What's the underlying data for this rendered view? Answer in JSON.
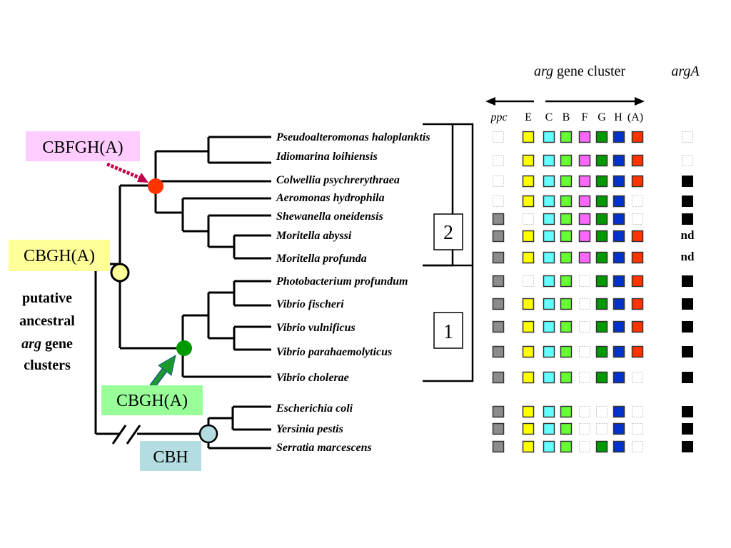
{
  "header": {
    "cluster_title_italic": "arg",
    "cluster_title_rest": " gene cluster",
    "arga_title": "argA"
  },
  "columns": [
    {
      "label": "ppc",
      "italic": true
    },
    {
      "label": "E",
      "italic": false
    },
    {
      "label": "C",
      "italic": false
    },
    {
      "label": "B",
      "italic": false
    },
    {
      "label": "F",
      "italic": false
    },
    {
      "label": "G",
      "italic": false
    },
    {
      "label": "H",
      "italic": false
    },
    {
      "label": "(A)",
      "italic": false
    }
  ],
  "gene_colors": {
    "ppc": "#8c8c8c",
    "E": "#ffff00",
    "C": "#66ffff",
    "B": "#66ff33",
    "F": "#ff66ff",
    "G": "#009900",
    "H": "#0033cc",
    "A": "#ff3300"
  },
  "species": [
    {
      "name": "Pseudoalteromonas haloplanktis",
      "genes": [
        0,
        1,
        1,
        1,
        1,
        1,
        1,
        1
      ],
      "argA": "absent"
    },
    {
      "name": "Idiomarina loihiensis",
      "genes": [
        0,
        1,
        1,
        1,
        1,
        1,
        1,
        1
      ],
      "argA": "absent"
    },
    {
      "name": "Colwellia psychrerythraea",
      "genes": [
        0,
        1,
        1,
        1,
        1,
        1,
        1,
        1
      ],
      "argA": "present"
    },
    {
      "name": "Aeromonas hydrophila",
      "genes": [
        0,
        1,
        1,
        1,
        1,
        1,
        1,
        0
      ],
      "argA": "present"
    },
    {
      "name": "Shewanella oneidensis",
      "genes": [
        1,
        0,
        1,
        1,
        1,
        1,
        1,
        0
      ],
      "argA": "present"
    },
    {
      "name": "Moritella abyssi",
      "genes": [
        1,
        1,
        1,
        1,
        1,
        1,
        1,
        1
      ],
      "argA": "nd"
    },
    {
      "name": "Moritella profunda",
      "genes": [
        1,
        1,
        1,
        1,
        1,
        1,
        1,
        1
      ],
      "argA": "nd"
    },
    {
      "name": "Photobacterium profundum",
      "genes": [
        1,
        0,
        1,
        1,
        0,
        1,
        1,
        1
      ],
      "argA": "present"
    },
    {
      "name": "Vibrio fischeri",
      "genes": [
        1,
        1,
        1,
        1,
        0,
        1,
        1,
        1
      ],
      "argA": "present"
    },
    {
      "name": "Vibrio vulnificus",
      "genes": [
        1,
        1,
        1,
        1,
        0,
        1,
        1,
        1
      ],
      "argA": "present"
    },
    {
      "name": "Vibrio parahaemolyticus",
      "genes": [
        1,
        1,
        1,
        1,
        0,
        1,
        1,
        1
      ],
      "argA": "present"
    },
    {
      "name": "Vibrio cholerae",
      "genes": [
        1,
        1,
        1,
        1,
        0,
        1,
        1,
        0
      ],
      "argA": "present"
    },
    {
      "name": "Escherichia coli",
      "genes": [
        1,
        1,
        1,
        1,
        0,
        0,
        1,
        0
      ],
      "argA": "present"
    },
    {
      "name": "Yersinia pestis",
      "genes": [
        1,
        1,
        1,
        1,
        0,
        0,
        1,
        0
      ],
      "argA": "present"
    },
    {
      "name": "Serratia marcescens",
      "genes": [
        1,
        1,
        1,
        1,
        0,
        1,
        1,
        0
      ],
      "argA": "present"
    }
  ],
  "nd_label": "nd",
  "groups": [
    {
      "label": "2"
    },
    {
      "label": "1"
    }
  ],
  "ancestral": [
    {
      "label": "CBFGH(A)",
      "bg": "#ffccff",
      "node_color": "#ff3300"
    },
    {
      "label": "CBGH(A)",
      "bg": "#ffff99",
      "node_color": "#ffff99"
    },
    {
      "label": "CBGH(A)",
      "bg": "#99ff99",
      "node_color": "#009900"
    },
    {
      "label": "CBH",
      "bg": "#b3dde0",
      "node_color": "#b3dde0"
    }
  ],
  "caption": {
    "line1": "putative",
    "line2": "ancestral",
    "line3_italic": "arg",
    "line3_rest": " gene",
    "line4": "clusters"
  }
}
